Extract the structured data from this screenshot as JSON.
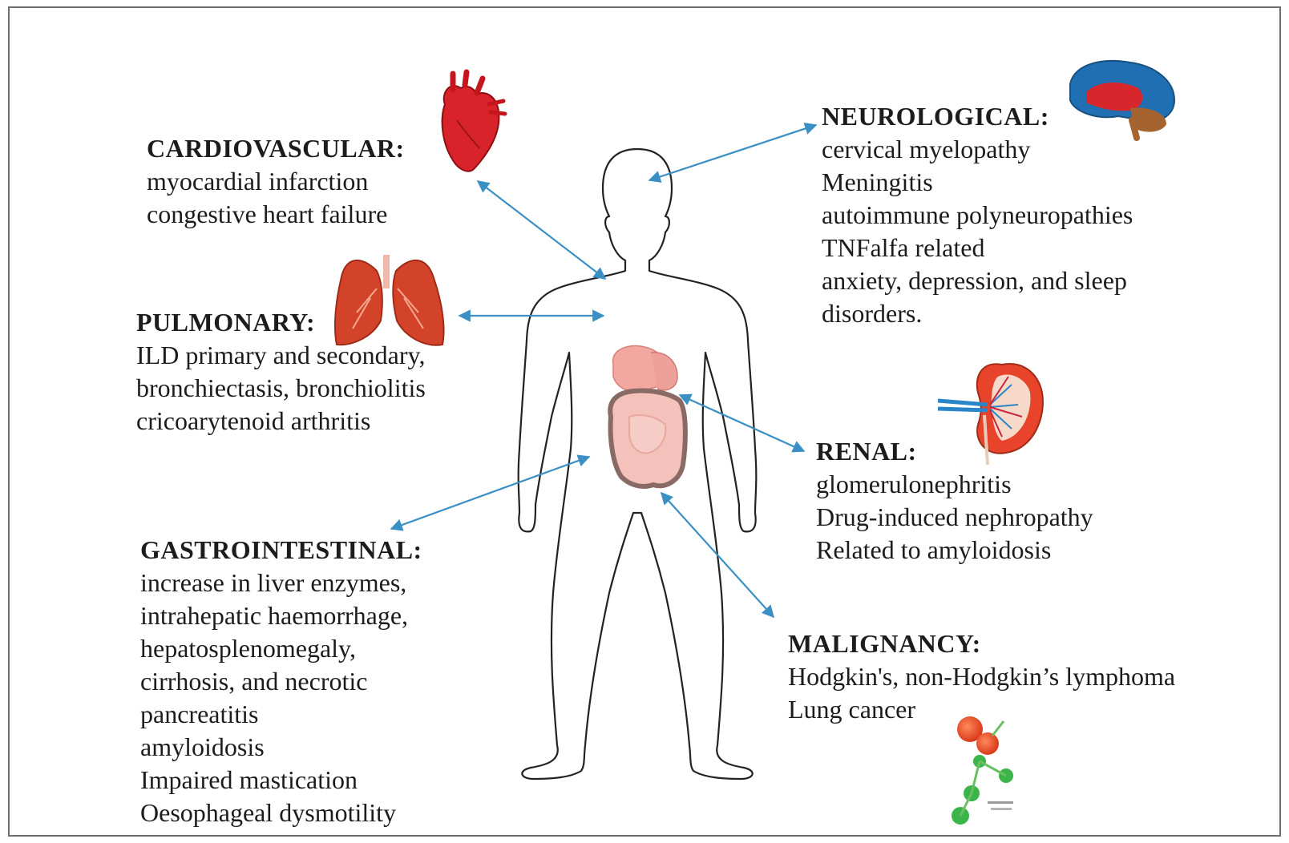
{
  "colors": {
    "arrow": "#3a8fc4",
    "border": "#6e6e6e",
    "text": "#1c1c1c",
    "body_outline": "#222222"
  },
  "icons": {
    "heart": "heart-icon",
    "lungs": "lungs-icon",
    "brain": "brain-icon",
    "kidney": "kidney-icon",
    "digestive": "digestive-organs-icon",
    "cell": "malignant-cell-icon"
  },
  "groups": {
    "cardiovascular": {
      "heading": "CARDIOVASCULAR:",
      "items": [
        "myocardial infarction",
        "congestive heart failure"
      ]
    },
    "pulmonary": {
      "heading": "PULMONARY:",
      "items": [
        "ILD primary and secondary,",
        "bronchiectasis, bronchiolitis",
        "cricoarytenoid arthritis"
      ]
    },
    "gastrointestinal": {
      "heading": "GASTROINTESTINAL:",
      "items": [
        "increase in liver enzymes,",
        "intrahepatic haemorrhage,",
        "hepatosplenomegaly,",
        "cirrhosis, and necrotic",
        "pancreatitis",
        "amyloidosis",
        "Impaired mastication",
        "Oesophageal dysmotility"
      ]
    },
    "neurological": {
      "heading": "NEUROLOGICAL:",
      "items": [
        "cervical myelopathy",
        "Meningitis",
        "autoimmune polyneuropathies",
        "TNFalfa related",
        "anxiety, depression, and sleep",
        "disorders."
      ]
    },
    "renal": {
      "heading": "RENAL:",
      "items": [
        "glomerulonephritis",
        "Drug-induced nephropathy",
        "Related to amyloidosis"
      ]
    },
    "malignancy": {
      "heading": "MALIGNANCY:",
      "items": [
        "Hodgkin's, non-Hodgkin’s lymphoma",
        "Lung cancer"
      ]
    }
  }
}
